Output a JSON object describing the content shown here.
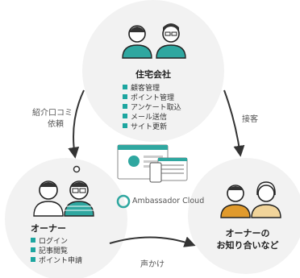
{
  "company": {
    "title": "住宅会社",
    "features": [
      "顧客管理",
      "ポイント管理",
      "アンケート取込",
      "メール送信",
      "サイト更新"
    ]
  },
  "owner": {
    "title": "オーナー",
    "features": [
      "ログイン",
      "記事閲覧",
      "ポイント申請"
    ]
  },
  "acquaintance": {
    "title_line1": "オーナーの",
    "title_line2": "お知り合いなど"
  },
  "edges": {
    "referral_line1": "紹介口コミ",
    "referral_line2": "依頼",
    "service": "接客",
    "callout": "声かけ"
  },
  "center": {
    "logo_text": "Ambassador Cloud"
  },
  "colors": {
    "circle": "#f2f2f2",
    "accent": "#1da6a0",
    "arrow": "#333333"
  }
}
